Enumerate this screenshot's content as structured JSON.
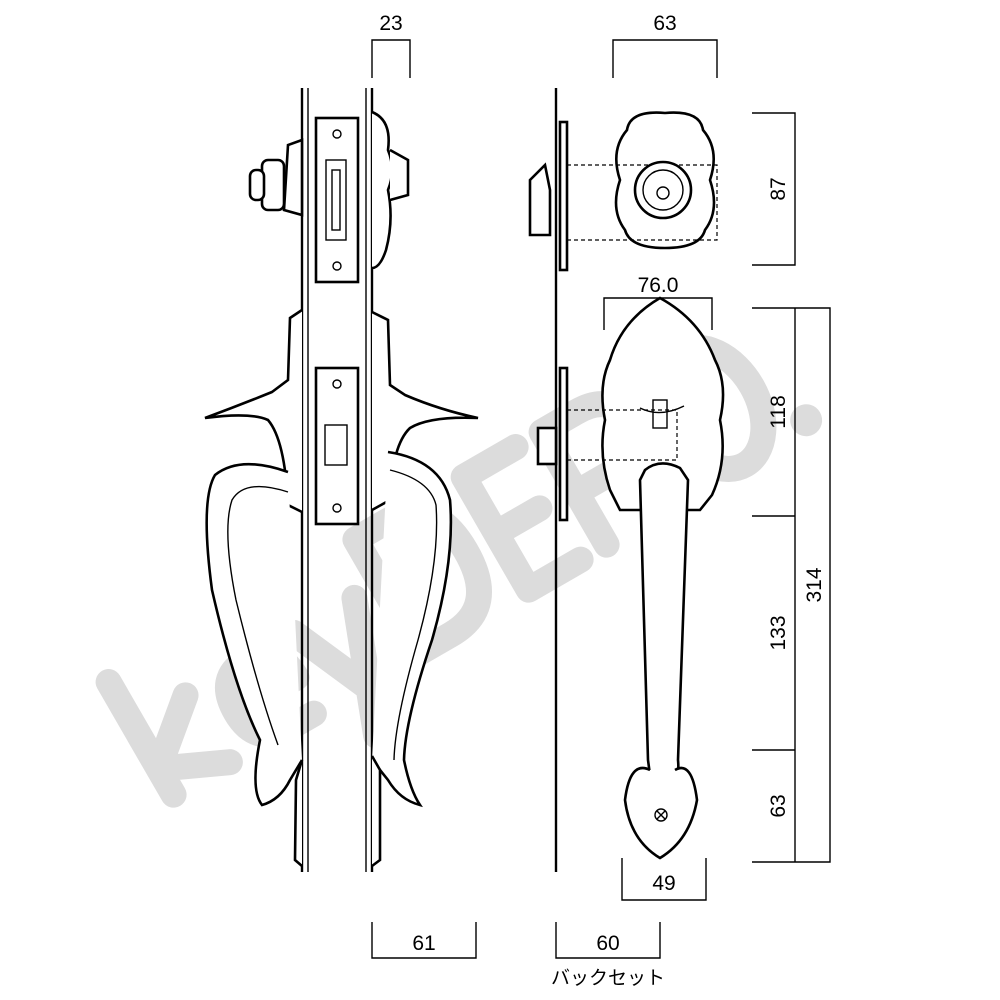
{
  "watermark": "keyDEPO.",
  "dimensions": {
    "top_thickness": "23",
    "cylinder_width": "63",
    "cylinder_height": "87",
    "plate_width": "76.0",
    "upper_height": "118",
    "middle_height": "133",
    "lower_height": "63",
    "total_height": "314",
    "bottom_width": "49",
    "projection": "61",
    "backset": "60"
  },
  "labels": {
    "backset": "バックセット"
  }
}
